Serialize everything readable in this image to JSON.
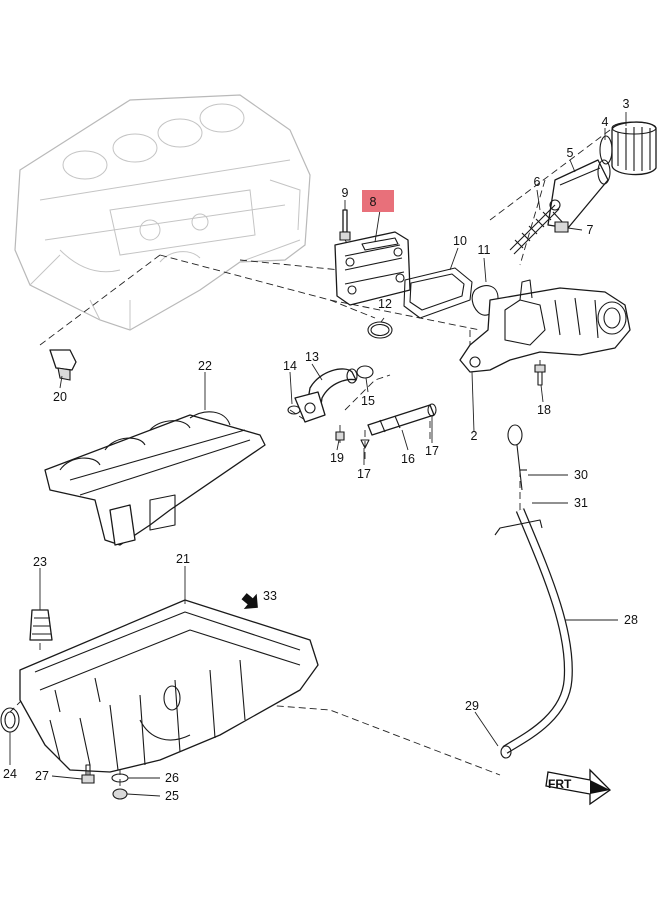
{
  "callouts": [
    {
      "id": "c1",
      "label": "3"
    },
    {
      "id": "c2",
      "label": "4"
    },
    {
      "id": "c3",
      "label": "5"
    },
    {
      "id": "c4",
      "label": "6"
    },
    {
      "id": "c5",
      "label": "7"
    },
    {
      "id": "c6",
      "label": "8",
      "highlight_color": "#e8707a"
    },
    {
      "id": "c7",
      "label": "9"
    },
    {
      "id": "c8",
      "label": "10"
    },
    {
      "id": "c9",
      "label": "11"
    },
    {
      "id": "c10",
      "label": "12"
    },
    {
      "id": "c11",
      "label": "13"
    },
    {
      "id": "c12",
      "label": "14"
    },
    {
      "id": "c13",
      "label": "15"
    },
    {
      "id": "c14",
      "label": "16"
    },
    {
      "id": "c15",
      "label": "17"
    },
    {
      "id": "c16",
      "label": "17"
    },
    {
      "id": "c17",
      "label": "18"
    },
    {
      "id": "c18",
      "label": "19"
    },
    {
      "id": "c19",
      "label": "20"
    },
    {
      "id": "c20",
      "label": "21"
    },
    {
      "id": "c21",
      "label": "22"
    },
    {
      "id": "c22",
      "label": "23"
    },
    {
      "id": "c23",
      "label": "24"
    },
    {
      "id": "c24",
      "label": "25"
    },
    {
      "id": "c25",
      "label": "26"
    },
    {
      "id": "c26",
      "label": "27"
    },
    {
      "id": "c27",
      "label": "28"
    },
    {
      "id": "c28",
      "label": "29"
    },
    {
      "id": "c29",
      "label": "30"
    },
    {
      "id": "c30",
      "label": "31"
    },
    {
      "id": "c31",
      "label": "2"
    },
    {
      "id": "c32",
      "label": "33"
    }
  ],
  "front_marker": {
    "label": "FRT",
    "icon": "front-arrow-icon"
  },
  "direction_arrow": {
    "icon": "direction-arrow-icon"
  }
}
